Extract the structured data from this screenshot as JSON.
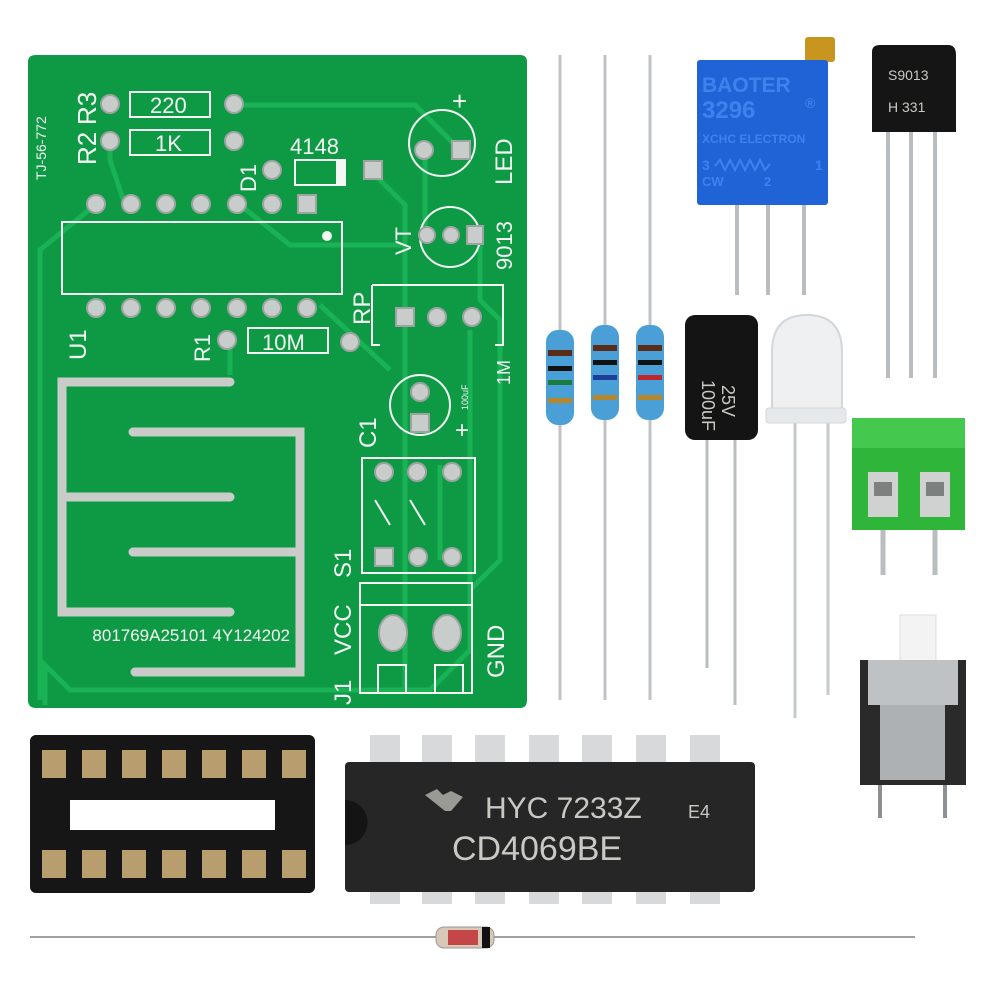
{
  "pcb": {
    "board_id": "TJ-56-772",
    "r2": "R2",
    "r3": "R3",
    "r3_value": "220",
    "r2_value": "1K",
    "diode_value": "4148",
    "diode_ref": "D1",
    "led_ref": "LED",
    "plus": "+",
    "vt_ref": "VT",
    "vt_value": "9013",
    "u1_ref": "U1",
    "r1_ref": "R1",
    "r1_value": "10M",
    "rp_ref": "RP",
    "rp_value": "1M",
    "c1_ref": "C1",
    "c1_value": "100uF",
    "s1_ref": "S1",
    "vcc": "VCC",
    "j1_ref": "J1",
    "gnd": "GND",
    "serial": "801769A25101 4Y124202"
  },
  "trimpot": {
    "brand": "BAOTER",
    "model": "3296",
    "reg": "®",
    "maker": "XCHC ELECTRON",
    "pin3": "3",
    "pin1": "1",
    "cw": "CW",
    "pin2": "2"
  },
  "transistor": {
    "line1": "S9013",
    "line2": "H  331"
  },
  "capacitor": {
    "value": "100uF",
    "voltage": "25V"
  },
  "ic": {
    "line1": "HYC  7233Z",
    "suffix": "E4",
    "part": "CD4069BE"
  },
  "colors": {
    "pcb": "#0e9a45",
    "silk": "#f4f8f4",
    "trimpot": "#1f63d6",
    "resistor": "#4aa0d6"
  }
}
